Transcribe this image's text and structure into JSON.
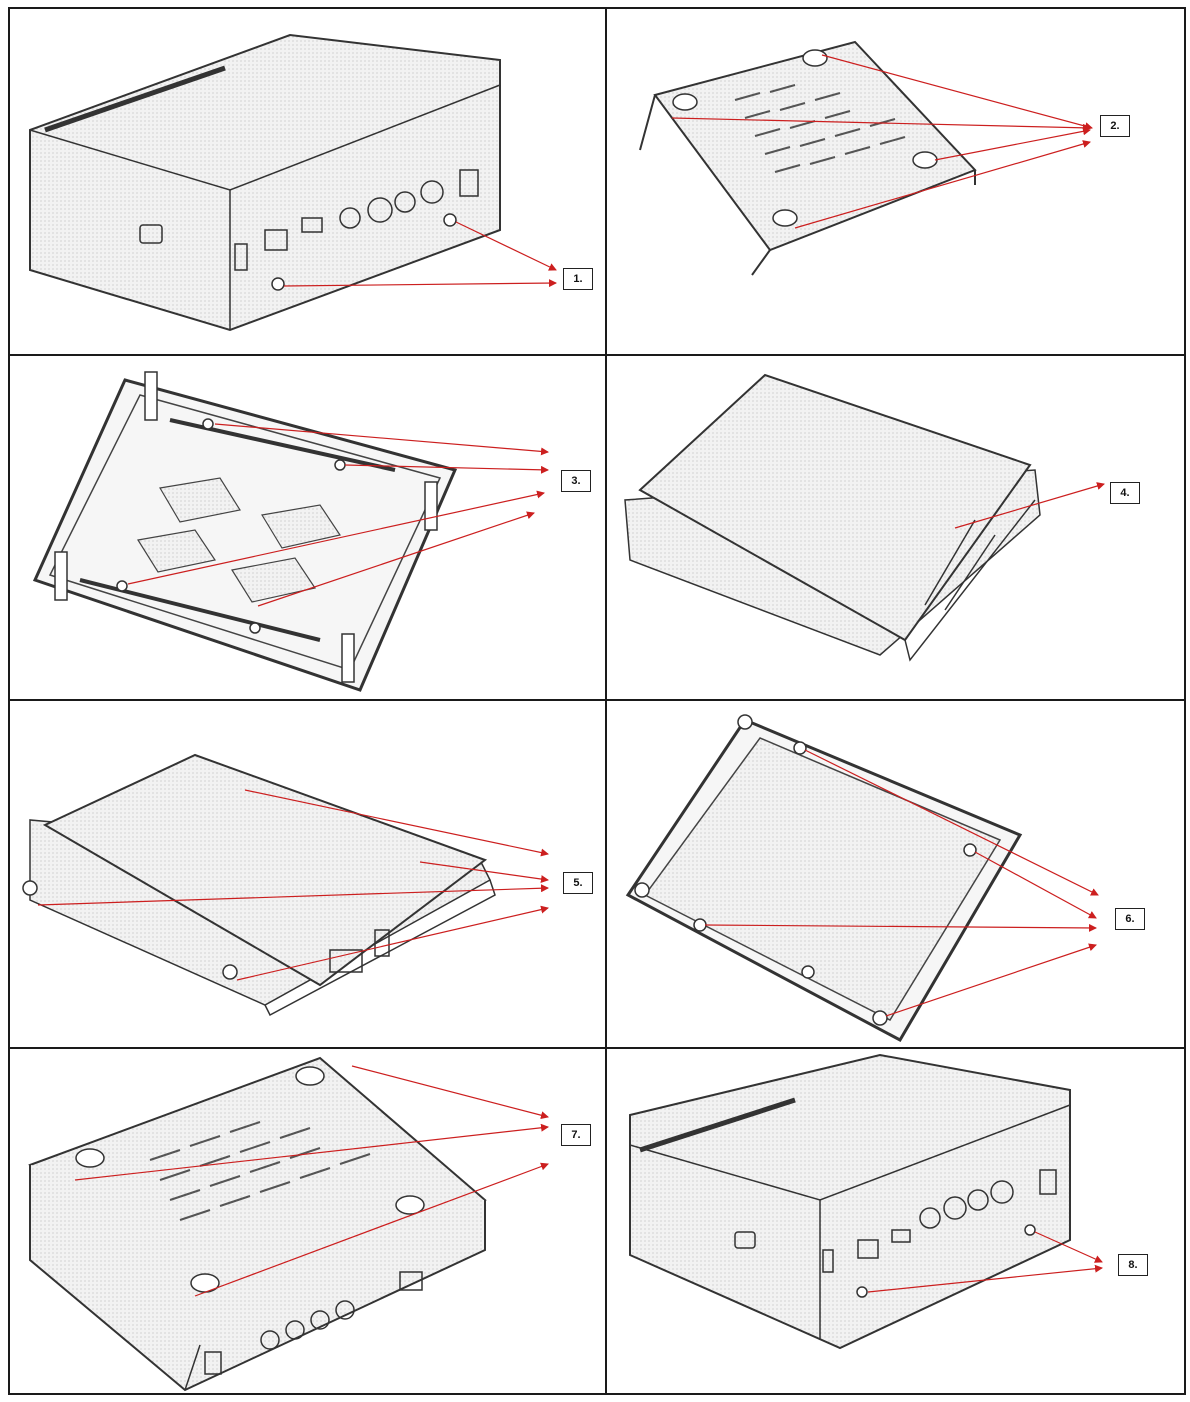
{
  "steps": [
    {
      "label": "1."
    },
    {
      "label": "2."
    },
    {
      "label": "3."
    },
    {
      "label": "4."
    },
    {
      "label": "5."
    },
    {
      "label": "6."
    },
    {
      "label": "7."
    },
    {
      "label": "8."
    }
  ],
  "colors": {
    "grid_line": "#1a1a1a",
    "drawing_line": "#333333",
    "drawing_fill": "#eaeaea",
    "arrow": "#cc1f1f"
  }
}
